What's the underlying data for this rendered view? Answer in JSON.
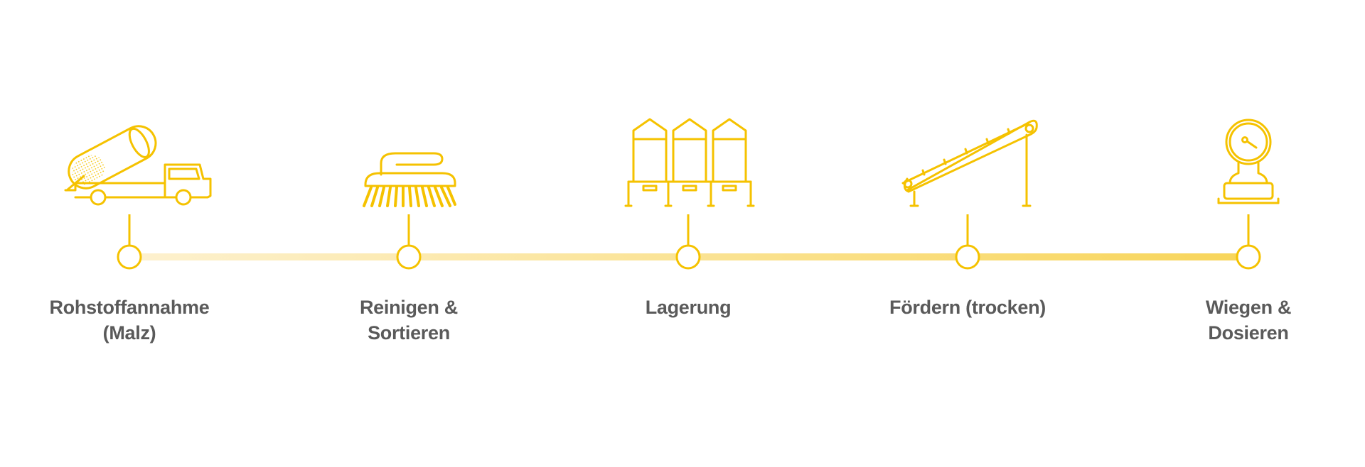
{
  "colors": {
    "accent": "#f5c200",
    "text": "#5a5a5a",
    "track_start": "#fdf1cf",
    "track_end": "#f8d55a"
  },
  "steps": [
    {
      "icon": "dump-truck-icon",
      "label_lines": [
        "Rohstoffannahme",
        "(Malz)"
      ]
    },
    {
      "icon": "brush-icon",
      "label_lines": [
        "Reinigen &",
        "Sortieren"
      ]
    },
    {
      "icon": "silos-icon",
      "label_lines": [
        "Lagerung"
      ]
    },
    {
      "icon": "conveyor-icon",
      "label_lines": [
        "Fördern (trocken)"
      ]
    },
    {
      "icon": "scale-gauge-icon",
      "label_lines": [
        "Wiegen &",
        "Dosieren"
      ]
    }
  ]
}
